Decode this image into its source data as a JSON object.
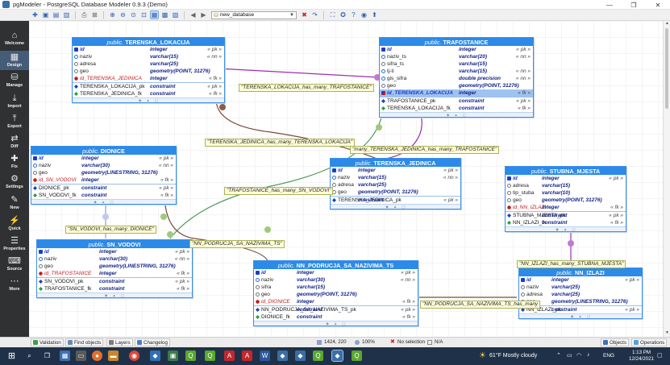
{
  "window": {
    "title": "pgModeler - PostgreSQL Database Modeler 0.9.3 (Demo)",
    "controls": [
      "—",
      "❐",
      "✕"
    ]
  },
  "toolbar": {
    "database_select": "new_database"
  },
  "sidebar": {
    "items": [
      {
        "label": "Welcome",
        "icon": "welcome-icon",
        "glyph": "⌂",
        "active": false
      },
      {
        "label": "Design",
        "icon": "design-icon",
        "glyph": "▦",
        "active": true
      },
      {
        "label": "Manage",
        "icon": "manage-icon",
        "glyph": "⛁",
        "active": false
      },
      {
        "label": "Import",
        "icon": "import-icon",
        "glyph": "⤓",
        "active": false
      },
      {
        "label": "Export",
        "icon": "export-icon",
        "glyph": "⤒",
        "active": false
      },
      {
        "label": "Diff",
        "icon": "diff-icon",
        "glyph": "⇄",
        "active": false
      },
      {
        "label": "Fix",
        "icon": "fix-icon",
        "glyph": "✚",
        "active": false
      },
      {
        "label": "Settings",
        "icon": "settings-icon",
        "glyph": "⚙",
        "active": false
      },
      {
        "label": "New",
        "icon": "new-icon",
        "glyph": "✎",
        "active": false
      },
      {
        "label": "Quick",
        "icon": "quick-icon",
        "glyph": "⚡",
        "active": false
      },
      {
        "label": "Properties",
        "icon": "properties-icon",
        "glyph": "☰",
        "active": false
      },
      {
        "label": "Source",
        "icon": "source-icon",
        "glyph": "⌨",
        "active": false
      },
      {
        "label": "More",
        "icon": "more-icon",
        "glyph": "⋯",
        "active": false
      }
    ]
  },
  "tables": [
    {
      "id": "terenska-lokacija",
      "schema": "public",
      "name": "TERENSKA_LOKACIJA",
      "columns": [
        {
          "name": "id",
          "type": "integer",
          "cons": "« pk »",
          "kind": "pk"
        },
        {
          "name": "naziv",
          "type": "varchar(15)",
          "cons": "« nn »",
          "kind": "nn"
        },
        {
          "name": "adresa",
          "type": "varchar(25)",
          "cons": "",
          "kind": "col"
        },
        {
          "name": "geo",
          "type": "geometry(POINT, 31276)",
          "cons": "",
          "kind": "col"
        },
        {
          "name": "id_TERENSKA_JEDINICA",
          "type": "integer",
          "cons": "« fk »",
          "kind": "fk"
        }
      ],
      "constraints": [
        {
          "name": "TERENSKA_LOKACIJA_pk",
          "type": "constraint",
          "cons": "« pk »",
          "kind": "cpk"
        },
        {
          "name": "TERENSKA_JEDINICA_fk",
          "type": "constraint",
          "cons": "« fk »",
          "kind": "cfk"
        }
      ]
    },
    {
      "id": "trafostanice",
      "schema": "public",
      "name": "TRAFOSTANICE",
      "columns": [
        {
          "name": "id",
          "type": "integer",
          "cons": "« pk »",
          "kind": "pk"
        },
        {
          "name": "naziv_ts",
          "type": "varchar(20)",
          "cons": "« nn »",
          "kind": "nn"
        },
        {
          "name": "sifra_ts",
          "type": "varchar(15)",
          "cons": "",
          "kind": "col"
        },
        {
          "name": "tj-ti",
          "type": "varchar(15)",
          "cons": "« nn »",
          "kind": "nn"
        },
        {
          "name": "gis_sifra",
          "type": "double precision",
          "cons": "« nn »",
          "kind": "nn"
        },
        {
          "name": "geo",
          "type": "geometry(POINT, 31276)",
          "cons": "",
          "kind": "col"
        },
        {
          "name": "id_TERENSKA_LOKACIJA",
          "type": "integer",
          "cons": "« fk »",
          "kind": "pkfk",
          "selected": true
        }
      ],
      "constraints": [
        {
          "name": "TRAFOSTANICE_pk",
          "type": "constraint",
          "cons": "« pk »",
          "kind": "cpk"
        },
        {
          "name": "TERENSKA_LOKACIJA_fk",
          "type": "constraint",
          "cons": "« fk »",
          "kind": "cfk"
        }
      ]
    },
    {
      "id": "dionice",
      "schema": "public",
      "name": "DIONICE",
      "columns": [
        {
          "name": "id",
          "type": "integer",
          "cons": "« pk »",
          "kind": "pk"
        },
        {
          "name": "naziv",
          "type": "varchar(30)",
          "cons": "« nn »",
          "kind": "nn"
        },
        {
          "name": "geo",
          "type": "geometry(LINESTRING, 31276)",
          "cons": "",
          "kind": "col"
        },
        {
          "name": "id_SN_VODOVI",
          "type": "integer",
          "cons": "« fk »",
          "kind": "fk"
        }
      ],
      "constraints": [
        {
          "name": "DIONICE_pk",
          "type": "constraint",
          "cons": "« pk »",
          "kind": "cpk"
        },
        {
          "name": "SN_VODOVI_fk",
          "type": "constraint",
          "cons": "« fk »",
          "kind": "cfk"
        }
      ]
    },
    {
      "id": "terenska-jedinica",
      "schema": "public",
      "name": "TERENSKA_JEDINICA",
      "columns": [
        {
          "name": "id",
          "type": "integer",
          "cons": "« pk »",
          "kind": "pk"
        },
        {
          "name": "naziv",
          "type": "varchar(15)",
          "cons": "« nn »",
          "kind": "nn"
        },
        {
          "name": "adresa",
          "type": "varchar(25)",
          "cons": "",
          "kind": "col"
        },
        {
          "name": "geo",
          "type": "geometry(POINT, 31276)",
          "cons": "",
          "kind": "col"
        }
      ],
      "constraints": [
        {
          "name": "TERENSKA_JEDINICA_pk",
          "type": "constraint",
          "cons": "« pk »",
          "kind": "cpk"
        }
      ]
    },
    {
      "id": "stubna-mjesta",
      "schema": "public",
      "name": "STUBNA_MJESTA",
      "columns": [
        {
          "name": "id",
          "type": "integer",
          "cons": "« pk »",
          "kind": "pk"
        },
        {
          "name": "adresa",
          "type": "varchar(15)",
          "cons": "",
          "kind": "col"
        },
        {
          "name": "tip_stuba",
          "type": "varchar(10)",
          "cons": "",
          "kind": "col"
        },
        {
          "name": "geo",
          "type": "geometry(POINT, 31276)",
          "cons": "",
          "kind": "col"
        },
        {
          "name": "id_NN_IZLAZI",
          "type": "integer",
          "cons": "« fk »",
          "kind": "fk"
        }
      ],
      "constraints": [
        {
          "name": "STUBNA_MJESTA_pk",
          "type": "constraint",
          "cons": "« pk »",
          "kind": "cpk"
        },
        {
          "name": "NN_IZLAZI_fk",
          "type": "constraint",
          "cons": "« fk »",
          "kind": "cfk"
        }
      ]
    },
    {
      "id": "sn-vodovi",
      "schema": "public",
      "name": "SN_VODOVI",
      "columns": [
        {
          "name": "id",
          "type": "integer",
          "cons": "« pk »",
          "kind": "pk"
        },
        {
          "name": "naziv",
          "type": "varchar(30)",
          "cons": "« nn »",
          "kind": "nn"
        },
        {
          "name": "geo",
          "type": "geometry(LINESTRING, 31276)",
          "cons": "",
          "kind": "col"
        },
        {
          "name": "id_TRAFOSTANICE",
          "type": "integer",
          "cons": "« fk »",
          "kind": "fk"
        }
      ],
      "constraints": [
        {
          "name": "SN_VODOVI_pk",
          "type": "constraint",
          "cons": "« pk »",
          "kind": "cpk"
        },
        {
          "name": "TRAFOSTANICE_fk",
          "type": "constraint",
          "cons": "« fk »",
          "kind": "cfk"
        }
      ]
    },
    {
      "id": "nn-podrucja",
      "schema": "public",
      "name": "NN_PODRUCJA_SA_NAZIVIMA_TS",
      "columns": [
        {
          "name": "id",
          "type": "integer",
          "cons": "« pk »",
          "kind": "pk"
        },
        {
          "name": "naziv",
          "type": "varchar(30)",
          "cons": "« nn »",
          "kind": "nn"
        },
        {
          "name": "sifra",
          "type": "varchar(15)",
          "cons": "",
          "kind": "col"
        },
        {
          "name": "geo",
          "type": "geometry(POINT, 31276)",
          "cons": "",
          "kind": "col"
        },
        {
          "name": "id_DIONICE",
          "type": "integer",
          "cons": "« fk »",
          "kind": "fk"
        }
      ],
      "constraints": [
        {
          "name": "NN_PODRUCJA_SA_NAZIVIMA_TS_pk",
          "type": "constraint",
          "cons": "« pk »",
          "kind": "cpk"
        },
        {
          "name": "DIONICE_fk",
          "type": "constraint",
          "cons": "« fk »",
          "kind": "cfk"
        }
      ]
    },
    {
      "id": "nn-izlazi",
      "schema": "public",
      "name": "NN_IZLAZI",
      "columns": [
        {
          "name": "id",
          "type": "integer",
          "cons": "« pk »",
          "kind": "pk"
        },
        {
          "name": "naziv",
          "type": "varchar(25)",
          "cons": "",
          "kind": "col"
        },
        {
          "name": "adresa",
          "type": "varchar(25)",
          "cons": "",
          "kind": "col"
        },
        {
          "name": "geo",
          "type": "geometry(LINESTRING, 31276)",
          "cons": "",
          "kind": "col"
        }
      ],
      "constraints": [
        {
          "name": "NN_IZLAZI_pk",
          "type": "constraint",
          "cons": "« pk »",
          "kind": "cpk"
        }
      ]
    }
  ],
  "relationships": [
    "\"TERENSKA_LOKACIJA_has_many_TRAFOSTANICE\"",
    "\"TERENSKA_JEDINICA_has_many_TERENSKA_LOKACIJA\"",
    "\"many_TERENSKA_JEDINICA_has_many_TRAFOSTANICE\"",
    "\"TRAFOSTANICE_has_many_SN_VODOVI\"",
    "\"SN_VODOVI_has_many_DIONICE\"",
    "\"NN_PODRUCJA_SA_NAZIVIMA_TS\"",
    "\"NN_IZLAZI_has_many_STUBNA_MJESTA\"",
    "\"NN_PODRUCJA_SA_NAZIVIMA_TS_has_many"
  ],
  "statusbar": {
    "validation": "Validation",
    "find_objects": "Find objects",
    "layers": "Layers",
    "changelog": "Changelog",
    "coords": "1424, 220",
    "zoom": "100%",
    "selection": "No selection",
    "object_type": "N/A",
    "objects": "Objects",
    "operations": "Operations"
  },
  "taskbar": {
    "weather": "61°F  Mostly cloudy",
    "lang": "ENG",
    "time": "1:13 PM",
    "date": "12/24/2021"
  },
  "colors": {
    "table_header": "#2c8ae8",
    "sidebar": "#2f3133",
    "rel_purple": "#9b2fb3",
    "rel_brown": "#7a4a3a",
    "rel_green": "#4d9a5a",
    "rel_blue": "#8b9fd8"
  }
}
